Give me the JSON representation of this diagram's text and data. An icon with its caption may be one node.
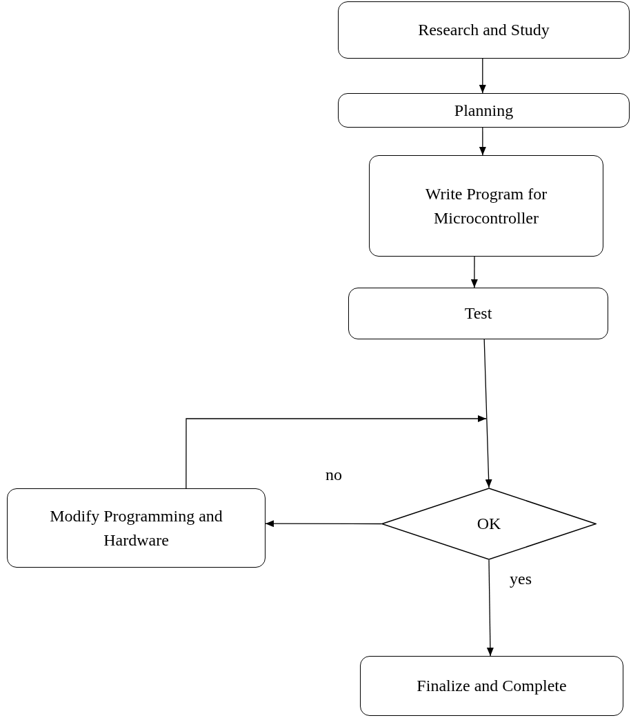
{
  "diagram": {
    "nodes": [
      {
        "text": [
          "Research and Study"
        ]
      },
      {
        "text": [
          "Planning"
        ]
      },
      {
        "text": [
          "Write Program for Microcontroller"
        ]
      },
      {
        "text": [
          "Test"
        ]
      },
      {
        "text": [
          "OK"
        ]
      },
      {
        "text": [
          "Modify Programming and Hardware"
        ]
      },
      {
        "text": [
          "Finalize and Complete"
        ]
      }
    ],
    "edges": [
      {
        "from": 0,
        "to": 1,
        "arrow": "to"
      },
      {
        "from": 1,
        "to": 2,
        "arrow": "to"
      },
      {
        "from": 2,
        "to": 3,
        "arrow": "to"
      },
      {
        "from": 3,
        "to": 4,
        "arrow": "to"
      },
      {
        "from": 4,
        "to": 5,
        "arrow": "to",
        "label": "no"
      },
      {
        "from": 5,
        "to": null,
        "arrow": "to"
      },
      {
        "from": 4,
        "to": 6,
        "arrow": "to",
        "label": "yes"
      }
    ]
  }
}
